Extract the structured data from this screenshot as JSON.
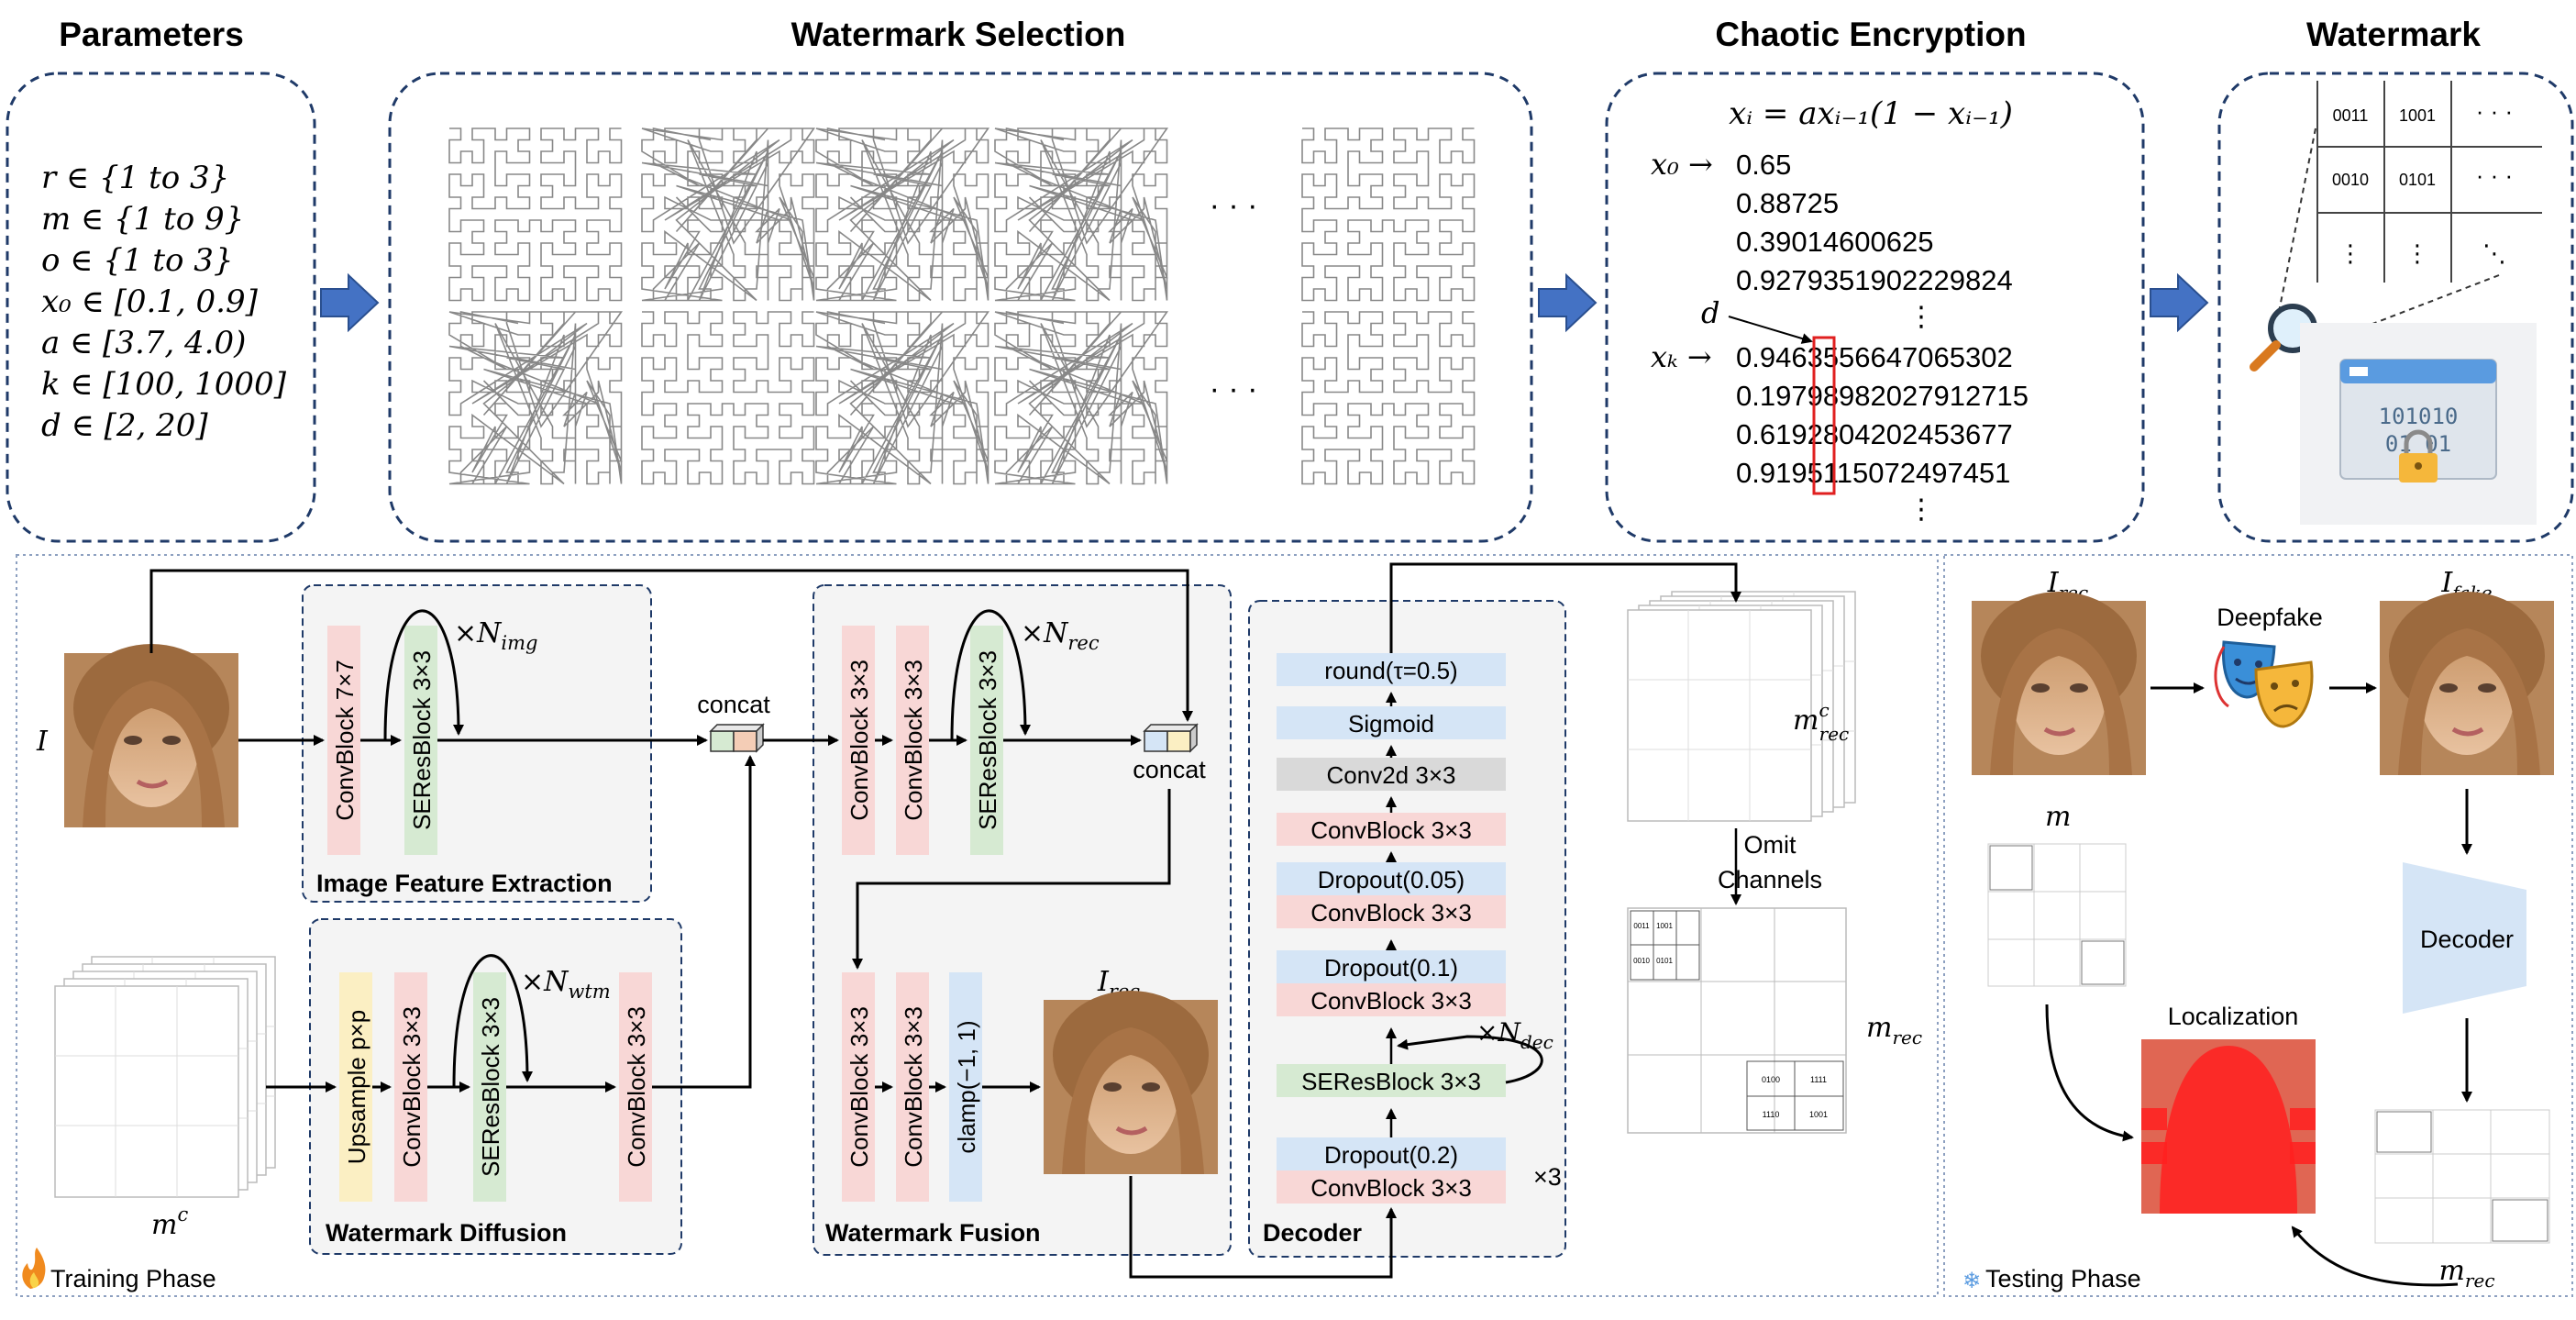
{
  "top": {
    "parameters": {
      "title": "Parameters",
      "lines": [
        "r ∈ {1 to 3}",
        "m ∈ {1 to 9}",
        "o ∈ {1 to 3}",
        "x₀ ∈ [0.1, 0.9]",
        "a ∈ [3.7, 4.0)",
        "k ∈ [100, 1000]",
        "d ∈ [2, 20]"
      ]
    },
    "selection": {
      "title": "Watermark Selection",
      "ellipsis_1": "· · ·",
      "ellipsis_2": "· · ·"
    },
    "encryption": {
      "title": "Chaotic Encryption",
      "formula": "xᵢ = axᵢ₋₁(1 − xᵢ₋₁)",
      "x0_label": "x₀ →",
      "xk_label": "xₖ →",
      "d_label": "d",
      "values_top": [
        "0.65",
        "0.88725",
        "0.39014600625",
        "0.9279351902229824"
      ],
      "values_bottom": [
        "0.9463556647065302",
        "0.19798982027912715",
        "0.6192804202453677",
        "0.9195115072497451"
      ],
      "vdots": "⋮"
    },
    "watermark": {
      "title": "Watermark",
      "cells": [
        "0011",
        "1001",
        "0010",
        "0101"
      ],
      "lock_bits_1": "101010",
      "lock_bits_2": "01 01"
    }
  },
  "training": {
    "label": "Training Phase",
    "input_I": "I",
    "image_feature": {
      "title": "Image Feature Extraction",
      "block1": "ConvBlock 7×7",
      "block2": "SEResBlock 3×3",
      "repeat": "×N",
      "repeat_sub": "img"
    },
    "concat1": "concat",
    "watermark_diffusion": {
      "title": "Watermark Diffusion",
      "block1": "Upsample p×p",
      "block2": "ConvBlock 3×3",
      "block3": "SEResBlock 3×3",
      "block4": "ConvBlock 3×3",
      "repeat": "×N",
      "repeat_sub": "wtm"
    },
    "mc_label": "m",
    "mc_sup": "c",
    "watermark_fusion": {
      "title": "Watermark Fusion",
      "top_blocks": [
        "ConvBlock 3×3",
        "ConvBlock 3×3",
        "SEResBlock 3×3"
      ],
      "bottom_blocks": [
        "ConvBlock 3×3",
        "ConvBlock 3×3",
        "clamp(−1, 1)"
      ],
      "repeat": "×N",
      "repeat_sub": "rec",
      "concat": "concat",
      "irec": "I",
      "irec_sub": "rec"
    },
    "decoder": {
      "title": "Decoder",
      "blocks": [
        "round(τ=0.5)",
        "Sigmoid",
        "Conv2d 3×3",
        "ConvBlock 3×3",
        "Dropout(0.05)",
        "ConvBlock 3×3",
        "Dropout(0.1)",
        "ConvBlock 3×3",
        "SEResBlock 3×3",
        "Dropout(0.2)",
        "ConvBlock 3×3"
      ],
      "repeat": "×N",
      "repeat_sub": "dec",
      "times3": "×3"
    },
    "mrec_c": "m",
    "mrec_c_sup": "c",
    "mrec_c_sub": "rec",
    "omit_1": "Omit",
    "omit_2": "Channels",
    "mrec": "m",
    "mrec_sub": "rec",
    "grid_cells": [
      "0011",
      "1001",
      "0010",
      "0101",
      "0100",
      "1111",
      "1110",
      "1001"
    ]
  },
  "testing": {
    "label": "Testing Phase",
    "irec": "I",
    "irec_sub": "rec",
    "deepfake": "Deepfake",
    "ifake": "I",
    "ifake_sub": "fake",
    "m": "m",
    "decoder": "Decoder",
    "localization": "Localization",
    "mrec": "m",
    "mrec_sub": "rec"
  },
  "colors": {
    "dashed_border": "#1f3a68",
    "arrow_blue": "#4472c4",
    "pink": "#f8d7d6",
    "green": "#d6ead2",
    "light_blue": "#d5e5f6",
    "yellow": "#fbefc3",
    "gray": "#d9d9d9",
    "red_box": "#e02020",
    "localization_red": "#ff2020"
  }
}
